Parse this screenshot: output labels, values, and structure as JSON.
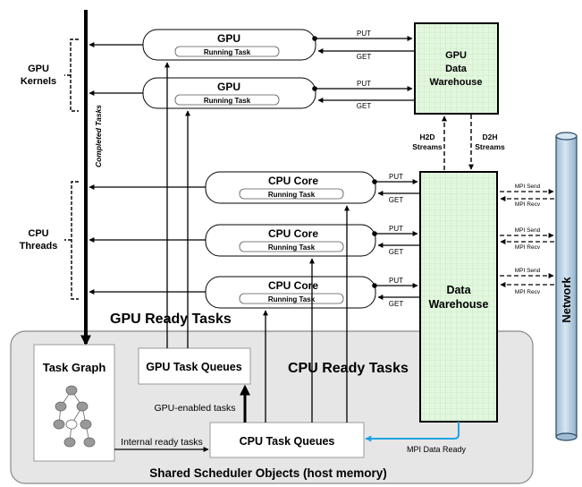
{
  "gpu_kernels": {
    "group_label_1": "GPU",
    "group_label_2": "Kernels",
    "units": [
      {
        "title": "GPU",
        "subtitle": "Running Task",
        "put": "PUT",
        "get": "GET"
      },
      {
        "title": "GPU",
        "subtitle": "Running Task",
        "put": "PUT",
        "get": "GET"
      }
    ]
  },
  "cpu_threads": {
    "group_label_1": "CPU",
    "group_label_2": "Threads",
    "units": [
      {
        "title": "CPU Core",
        "subtitle": "Running Task",
        "put": "PUT",
        "get": "GET",
        "mpi_send": "MPI Send",
        "mpi_recv": "MPI Recv"
      },
      {
        "title": "CPU Core",
        "subtitle": "Running Task",
        "put": "PUT",
        "get": "GET",
        "mpi_send": "MPI Send",
        "mpi_recv": "MPI Recv"
      },
      {
        "title": "CPU Core",
        "subtitle": "Running Task",
        "put": "PUT",
        "get": "GET",
        "mpi_send": "MPI Send",
        "mpi_recv": "MPI Recv"
      }
    ]
  },
  "completed_tasks": "Completed Tasks",
  "gpu_data_warehouse": {
    "line1": "GPU",
    "line2": "Data",
    "line3": "Warehouse"
  },
  "data_warehouse": {
    "line1": "Data",
    "line2": "Warehouse"
  },
  "streams": {
    "h2d_1": "H2D",
    "h2d_2": "Streams",
    "d2h_1": "D2H",
    "d2h_2": "Streams"
  },
  "network": "Network",
  "gpu_ready_tasks": "GPU Ready Tasks",
  "cpu_ready_tasks": "CPU Ready Tasks",
  "task_graph": "Task Graph",
  "gpu_task_queues": "GPU Task Queues",
  "cpu_task_queues": "CPU Task Queues",
  "gpu_enabled_tasks": "GPU-enabled tasks",
  "internal_ready_tasks": "Internal ready tasks",
  "mpi_data_ready": "MPI Data Ready",
  "shared_objects": "Shared Scheduler Objects (host memory)",
  "colors": {
    "panel_fill": "#e6e6e6",
    "warehouse_fill": "#e3f7df",
    "network_fill": "#bcd4e6",
    "mpi_arrow": "#1fa3e0"
  }
}
